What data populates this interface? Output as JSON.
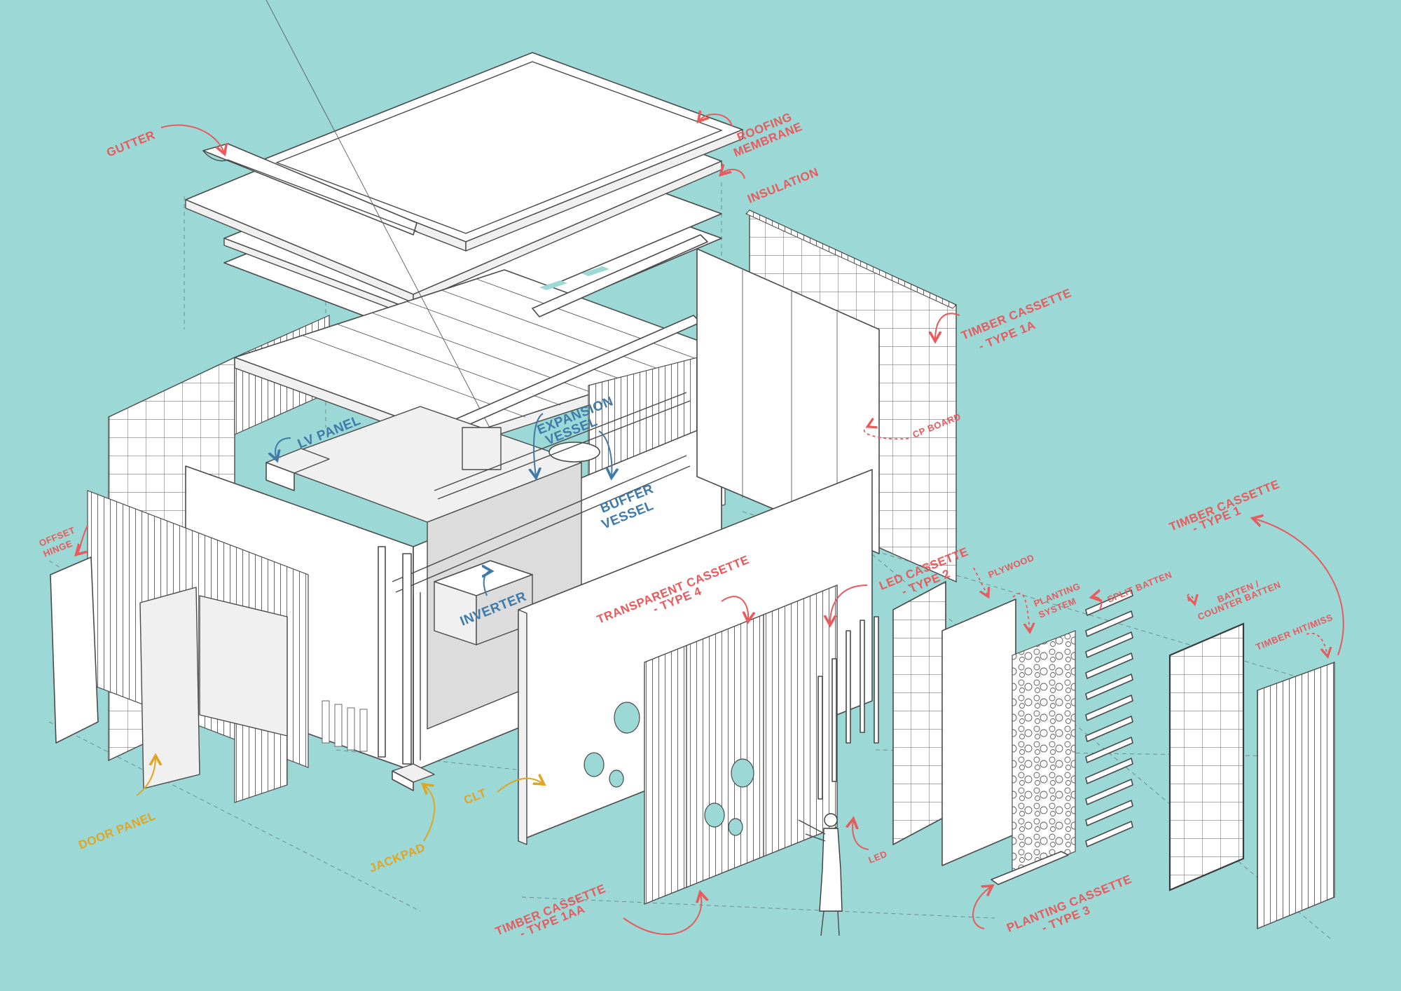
{
  "colors": {
    "background": "#9bd8d6",
    "red_labels": "#e85a5c",
    "yellow_labels": "#e0a523",
    "blue_labels": "#3f7aa8"
  },
  "labels": {
    "gutter": "GUTTER",
    "roofing_membrane_1": "ROOFING",
    "roofing_membrane_2": "MEMBRANE",
    "insulation": "INSULATION",
    "timber_cassette_1a_1": "TIMBER CASSETTE",
    "timber_cassette_1a_2": "- TYPE 1A",
    "cp_board": "CP BOARD",
    "lv_panel": "LV PANEL",
    "expansion_vessel_1": "EXPANSION",
    "expansion_vessel_2": "VESSEL",
    "buffer_vessel_1": "BUFFER",
    "buffer_vessel_2": "VESSEL",
    "inverter": "INVERTER",
    "offset_hinge_1": "OFFSET",
    "offset_hinge_2": "HINGE",
    "door_panel": "DOOR PANEL",
    "jackpad": "JACKPAD",
    "clt": "CLT",
    "transparent_cassette_1": "TRANSPARENT CASSETTE",
    "transparent_cassette_2": "- TYPE 4",
    "led_cassette_1": "LED CASSETTE",
    "led_cassette_2": "- TYPE 2",
    "led": "LED",
    "plywood": "PLYWOOD",
    "planting_system_1": "PLANTING",
    "planting_system_2": "SYSTEM",
    "split_batten": "SPLIT BATTEN",
    "batten_1": "BATTEN /",
    "batten_2": "COUNTER BATTEN",
    "timber_cassette_1_1": "TIMBER CASSETTE",
    "timber_cassette_1_2": "- TYPE 1",
    "timber_hit_miss": "TIMBER HIT/MISS",
    "timber_cassette_1aa_1": "TIMBER CASSETTE",
    "timber_cassette_1aa_2": "- TYPE 1AA",
    "planting_cassette_1": "PLANTING CASSETTE",
    "planting_cassette_2": "- TYPE 3"
  }
}
